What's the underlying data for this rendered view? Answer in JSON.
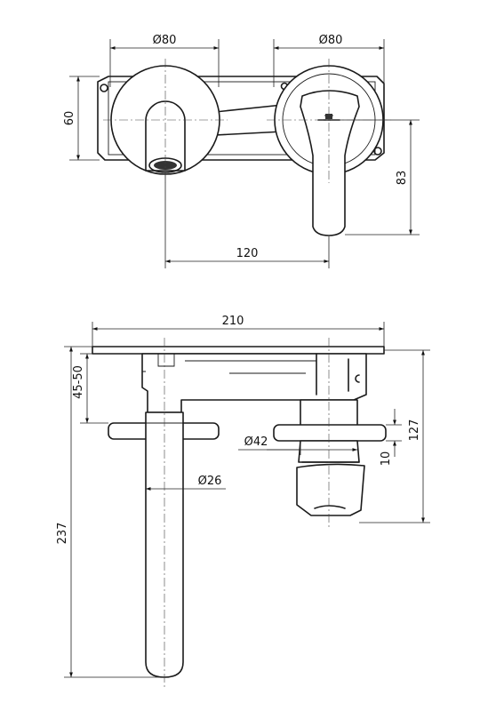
{
  "dimensions": {
    "top_left_diameter": "Ø80",
    "top_right_diameter": "Ø80",
    "plate_height": "60",
    "lever_height": "83",
    "center_distance": "120",
    "overall_width": "210",
    "plate_depth": "45-50",
    "spout_length": "237",
    "body_height": "127",
    "cartridge_diameter": "Ø42",
    "spout_diameter": "Ø26",
    "flange_thickness": "10"
  },
  "colors": {
    "line": "#1a1a1a",
    "background": "#ffffff"
  }
}
